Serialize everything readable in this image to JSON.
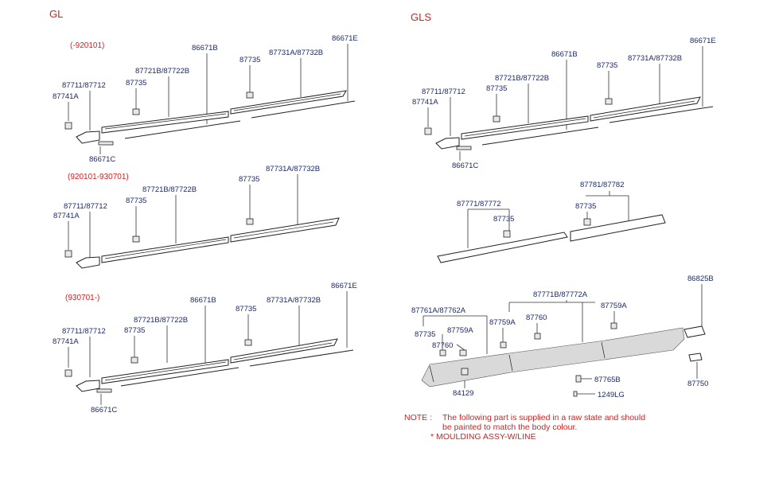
{
  "sections": {
    "gl": "GL",
    "gls": "GLS"
  },
  "variants": {
    "v1": "(-920101)",
    "v2": "(920101-930701)",
    "v3": "(930701-)"
  },
  "labels": {
    "p86671E": "86671E",
    "p86671B": "86671B",
    "p86671C": "86671C",
    "p87731A_87732B": "87731A/87732B",
    "p87735": "87735",
    "p87721B_87722B": "87721B/87722B",
    "p87711_87712": "87711/87712",
    "p87741A": "87741A",
    "p87771_87772": "87771/87772",
    "p87781_87782": "87781/87782",
    "p87771B_87772A": "87771B/87772A",
    "p87761A_87762A": "87761A/87762A",
    "p87759A": "87759A",
    "p87760": "87760",
    "p84129": "84129",
    "p86825B": "86825B",
    "p87750": "87750",
    "p87765B": "87765B",
    "p1249LG": "1249LG"
  },
  "note": {
    "prefix": "NOTE :",
    "line1": "The following part is supplied in a raw state and should",
    "line2": "be painted to match the body colour.",
    "line3": "*  MOULDING ASSY-W/LINE"
  },
  "colors": {
    "heading": "#d62020",
    "part_number": "#1a2a6c",
    "linework": "#222222"
  }
}
